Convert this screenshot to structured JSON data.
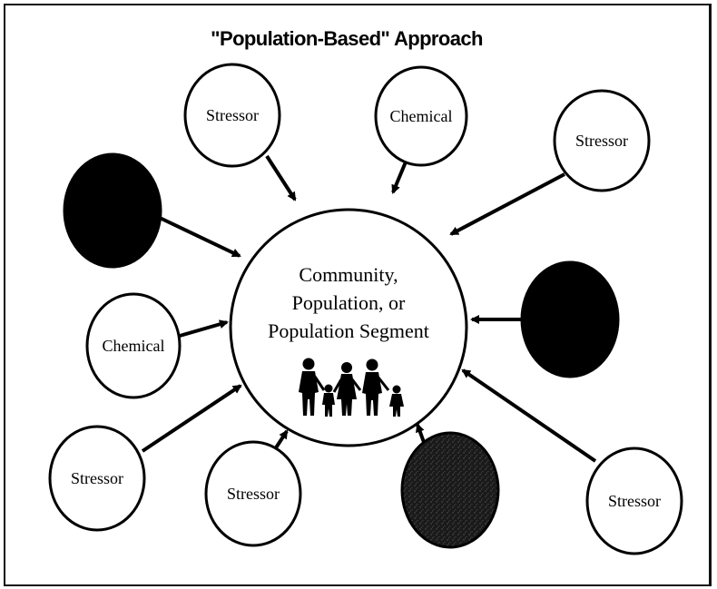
{
  "title": "\"Population-Based\" Approach",
  "center": {
    "lines": [
      "Community,",
      "Population, or",
      "Population Segment"
    ],
    "icon": "family-silhouette-icon"
  },
  "nodes": [
    {
      "id": "stressor-top-left",
      "label": "Stressor",
      "fill": "#ffffff"
    },
    {
      "id": "chemical-top",
      "label": "Chemical",
      "fill": "#ffffff"
    },
    {
      "id": "stressor-top-right",
      "label": "Stressor",
      "fill": "#ffffff"
    },
    {
      "id": "unlabeled-black-left",
      "label": "",
      "fill": "#000000"
    },
    {
      "id": "unlabeled-black-right",
      "label": "",
      "fill": "#000000"
    },
    {
      "id": "chemical-left",
      "label": "Chemical",
      "fill": "#ffffff"
    },
    {
      "id": "stressor-bottom-left",
      "label": "Stressor",
      "fill": "#ffffff"
    },
    {
      "id": "stressor-bottom-center",
      "label": "Stressor",
      "fill": "#ffffff"
    },
    {
      "id": "unlabeled-dark-gray-bottom",
      "label": "",
      "fill": "#1c1c1c"
    },
    {
      "id": "stressor-bottom-right",
      "label": "Stressor",
      "fill": "#ffffff"
    }
  ],
  "colors": {
    "stroke": "#000000",
    "background": "#ffffff",
    "arrow": "#000000"
  }
}
